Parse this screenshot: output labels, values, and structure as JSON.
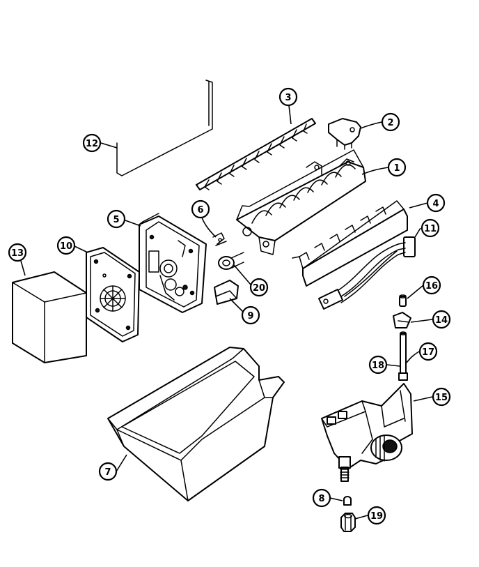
{
  "callouts": [
    {
      "id": "c1",
      "label": "1"
    },
    {
      "id": "c2",
      "label": "2"
    },
    {
      "id": "c3",
      "label": "3"
    },
    {
      "id": "c4",
      "label": "4"
    },
    {
      "id": "c5",
      "label": "5"
    },
    {
      "id": "c6",
      "label": "6"
    },
    {
      "id": "c7",
      "label": "7"
    },
    {
      "id": "c8",
      "label": "8"
    },
    {
      "id": "c9",
      "label": "9"
    },
    {
      "id": "c10",
      "label": "10"
    },
    {
      "id": "c11",
      "label": "11"
    },
    {
      "id": "c12",
      "label": "12"
    },
    {
      "id": "c13",
      "label": "13"
    },
    {
      "id": "c14",
      "label": "14"
    },
    {
      "id": "c15",
      "label": "15"
    },
    {
      "id": "c16",
      "label": "16"
    },
    {
      "id": "c17",
      "label": "17"
    },
    {
      "id": "c18",
      "label": "18"
    },
    {
      "id": "c19",
      "label": "19"
    },
    {
      "id": "c20",
      "label": "20"
    }
  ],
  "colors": {
    "line": "#000000",
    "background": "#ffffff"
  }
}
